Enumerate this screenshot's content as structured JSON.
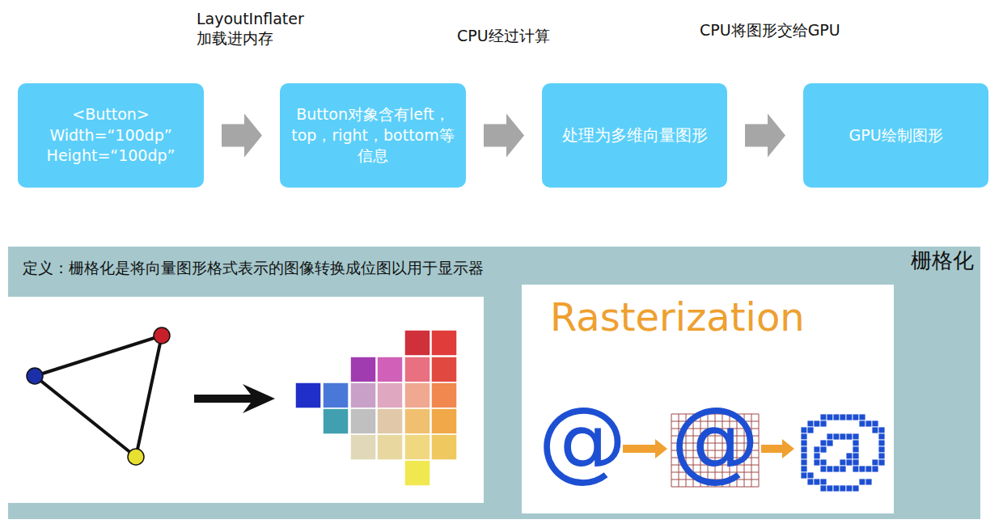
{
  "diagram": {
    "nodes": [
      {
        "text": [
          "<Button>",
          "Width=“100dp”",
          "Height=“100dp”"
        ]
      },
      {
        "text": [
          "Button对象含有left，top，right，bottom等信息"
        ]
      },
      {
        "text": [
          "处理为多维向量图形"
        ]
      },
      {
        "text": [
          "GPU绘制图形"
        ]
      },
      {
        "text": [
          "定义：栅格化是将向量图形格式表示的图像转换成位图以用于显示器",
          "栅格化"
        ]
      },
      {
        "text": [
          "Rasterization"
        ],
        "in": 4
      }
    ],
    "edges": [
      {
        "from": 0,
        "to": 1,
        "arrow": "to",
        "label": "LayoutInflater 加载进内存"
      },
      {
        "from": 1,
        "to": 2,
        "arrow": "to",
        "label": "CPU经过计算"
      },
      {
        "from": 2,
        "to": 3,
        "arrow": "to",
        "label": "CPU将图形交给GPU"
      }
    ],
    "labels": [
      "@",
      "@"
    ]
  }
}
